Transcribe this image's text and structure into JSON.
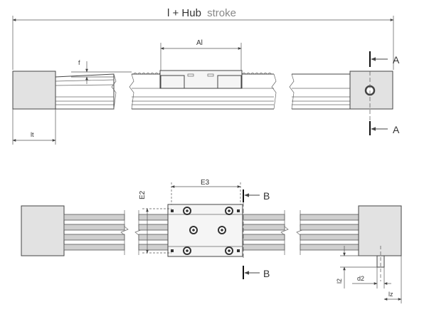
{
  "labels": {
    "title_main": "l + Hub",
    "title_stroke": "stroke",
    "Al": "Al",
    "f": "f",
    "lt": "lt",
    "A_top": "A",
    "A_bottom": "A",
    "E3": "E3",
    "E2": "E2",
    "B_top": "B",
    "B_bottom": "B",
    "l2": "l2",
    "d2": "d2",
    "lz": "lz"
  },
  "colors": {
    "line": "#444444",
    "title_stroke": "#888888"
  }
}
